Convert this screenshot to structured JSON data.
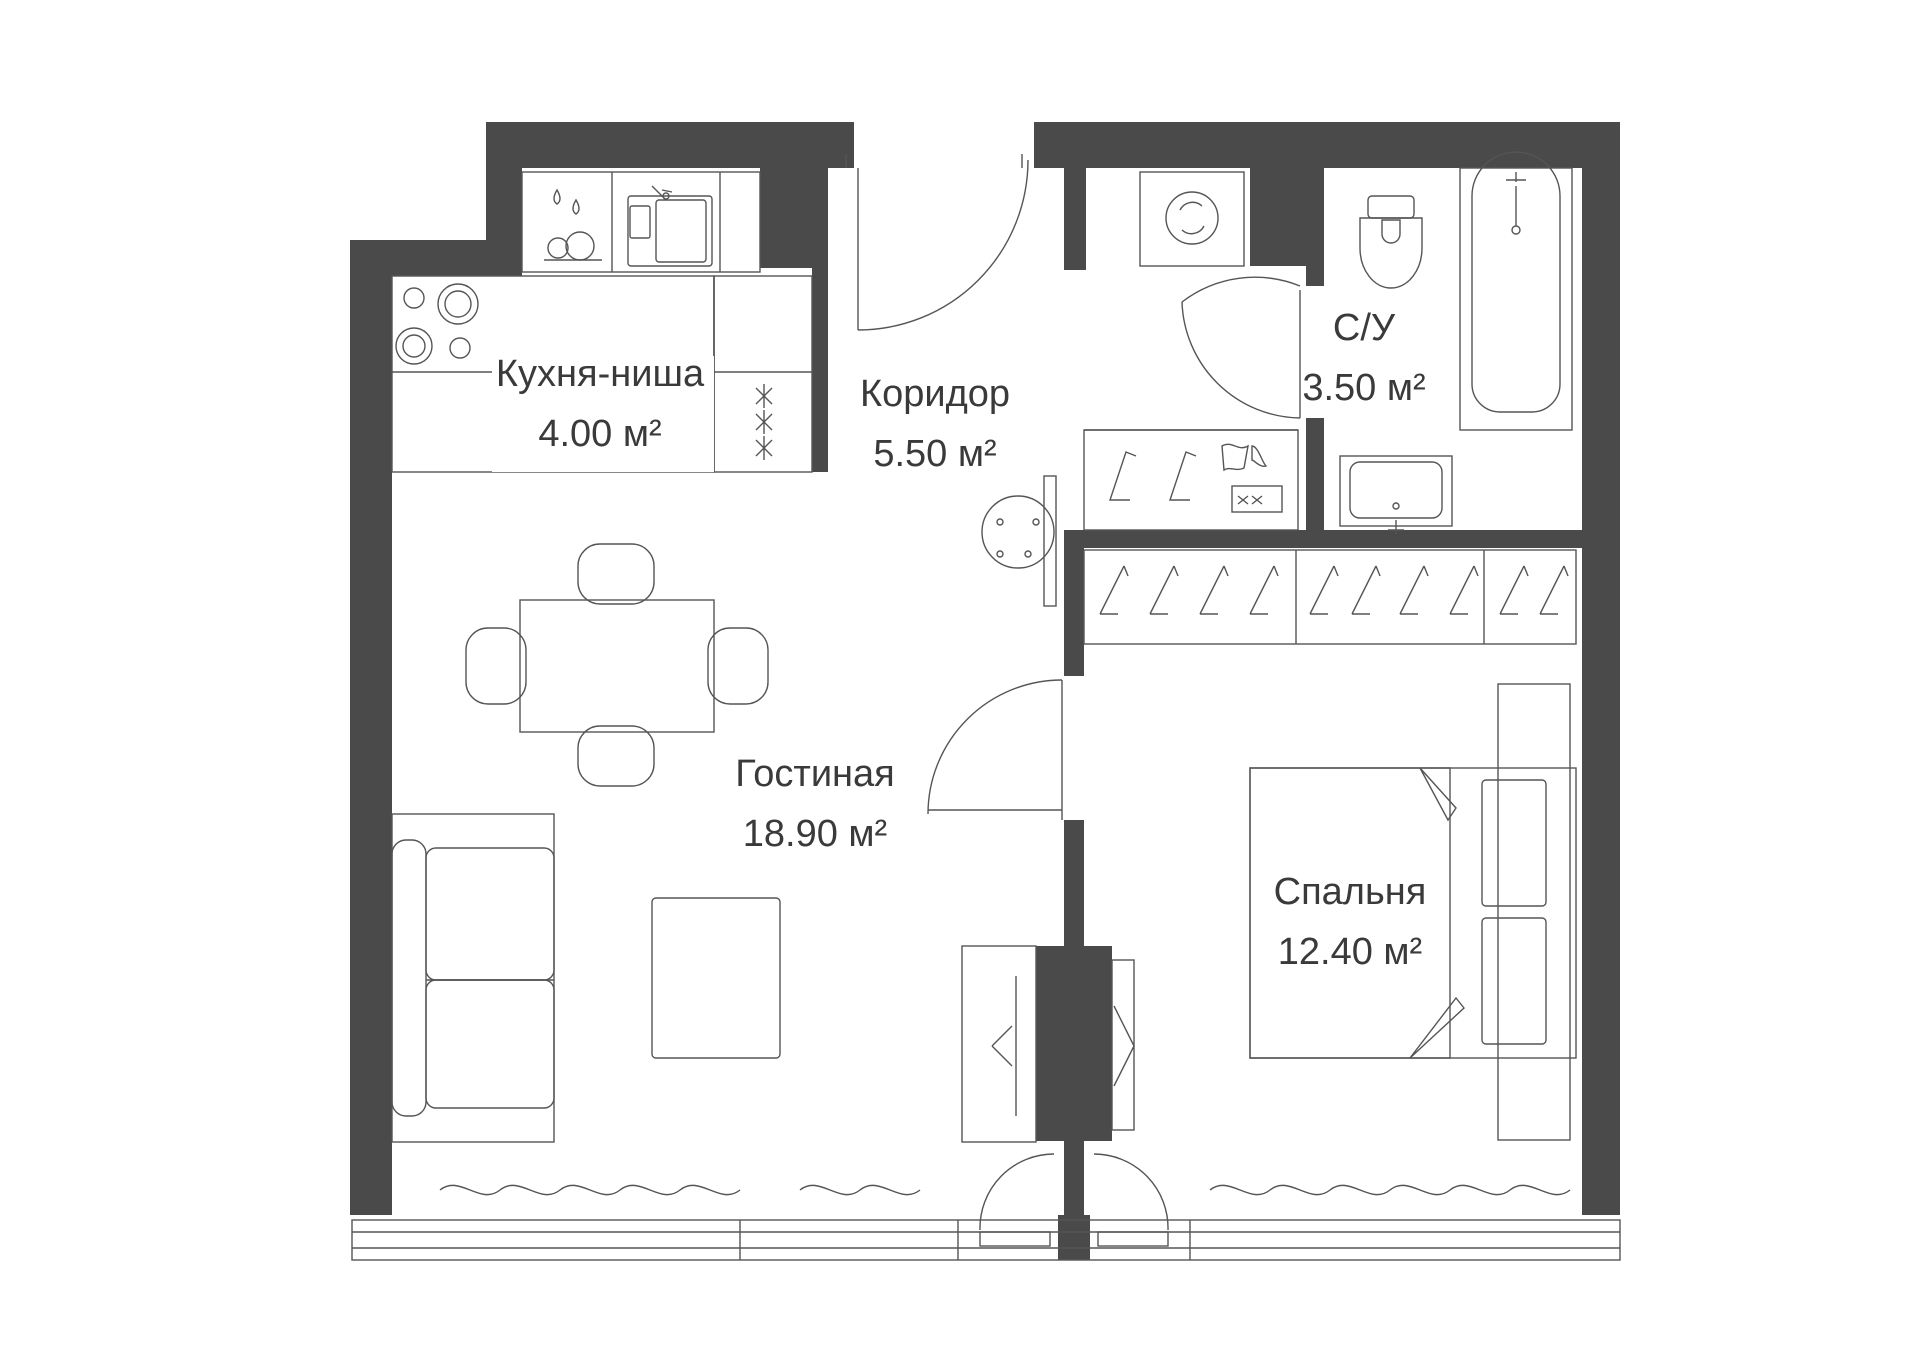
{
  "colors": {
    "wall": "#4a4a4a",
    "line": "#555555",
    "text": "#3a3a3a",
    "background": "#ffffff"
  },
  "rooms": [
    {
      "id": "kitchen",
      "name": "Кухня-ниша",
      "area": "4.00 м²"
    },
    {
      "id": "corridor",
      "name": "Коридор",
      "area": "5.50 м²"
    },
    {
      "id": "bathroom",
      "name": "С/У",
      "area": "3.50 м²"
    },
    {
      "id": "living",
      "name": "Гостиная",
      "area": "18.90 м²"
    },
    {
      "id": "bedroom",
      "name": "Спальня",
      "area": "12.40 м²"
    }
  ],
  "icons": [
    "dishwasher-icon",
    "sink-icon",
    "stove-icon",
    "washing-machine-icon",
    "toilet-icon",
    "bathtub-icon",
    "washbasin-icon",
    "hanger-icon",
    "table-icon",
    "chair-icon",
    "sofa-icon",
    "bed-icon",
    "door-swing-icon",
    "window-icon",
    "radiator-icon"
  ]
}
